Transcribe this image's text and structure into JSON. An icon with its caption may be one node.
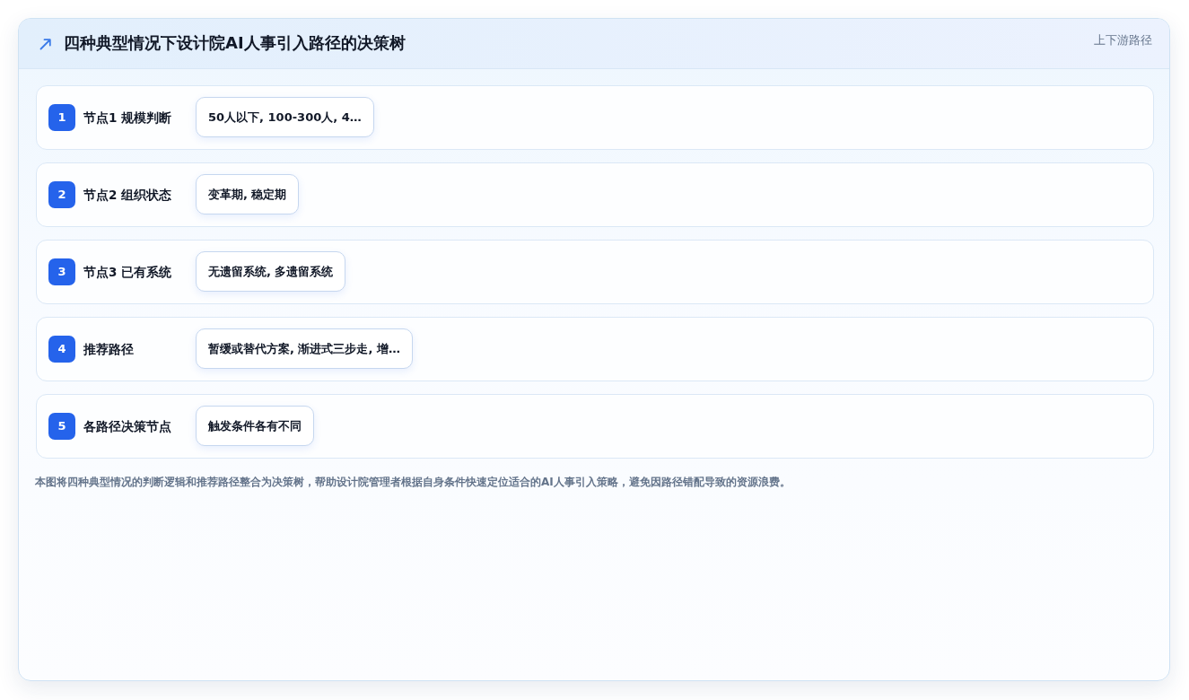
{
  "diagram": {
    "title": "四种典型情况下设计院AI人事引入路径的决策树",
    "nodes": [
      {
        "text": [
          "节点1 规模判断"
        ]
      },
      {
        "text": [
          "1"
        ],
        "in": 0
      },
      {
        "text": [
          "50人以下, 100-300人, 4…"
        ],
        "in": 0
      },
      {
        "text": [
          "节点2 组织状态"
        ]
      },
      {
        "text": [
          "2"
        ],
        "in": 3
      },
      {
        "text": [
          "变革期, 稳定期"
        ],
        "in": 3
      },
      {
        "text": [
          "节点3 已有系统"
        ]
      },
      {
        "text": [
          "3"
        ],
        "in": 6
      },
      {
        "text": [
          "无遗留系统, 多遗留系统"
        ],
        "in": 6
      },
      {
        "text": [
          "推荐路径"
        ]
      },
      {
        "text": [
          "4"
        ],
        "in": 9
      },
      {
        "text": [
          "暂缓或替代方案, 渐进式三步走, 增…"
        ],
        "in": 9
      },
      {
        "text": [
          "各路径决策节点"
        ]
      },
      {
        "text": [
          "5"
        ],
        "in": 12
      },
      {
        "text": [
          "触发条件各有不同"
        ],
        "in": 12
      }
    ],
    "labels": [
      "上下游路径"
    ],
    "caption": "本图将四种典型情况的判断逻辑和推荐路径整合为决策树，帮助设计院管理者根据自身条件快速定位适合的AI人事引入策略，避免因路径错配导致的资源浪费。"
  }
}
